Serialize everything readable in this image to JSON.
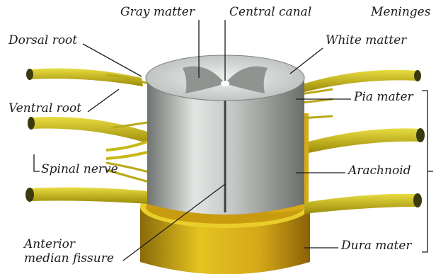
{
  "labels": {
    "gray_matter": "Gray matter",
    "central_canal": "Central canal",
    "meninges": "Meninges",
    "dorsal_root": "Dorsal root",
    "white_matter": "White matter",
    "ventral_root": "Ventral root",
    "pia_mater": "Pia mater",
    "spinal_nerve": "Spinal nerve",
    "arachnoid": "Arachnoid",
    "anterior_median_fissure_line1": "Anterior",
    "anterior_median_fissure_line2": "median fissure",
    "dura_mater": "Dura mater"
  },
  "colors": {
    "nerve": "#d4c41c",
    "dura": "#d8b418",
    "white_matter": "#c9cdca",
    "gray_matter": "#8f9490",
    "leader_line": "#1a1a1a"
  }
}
